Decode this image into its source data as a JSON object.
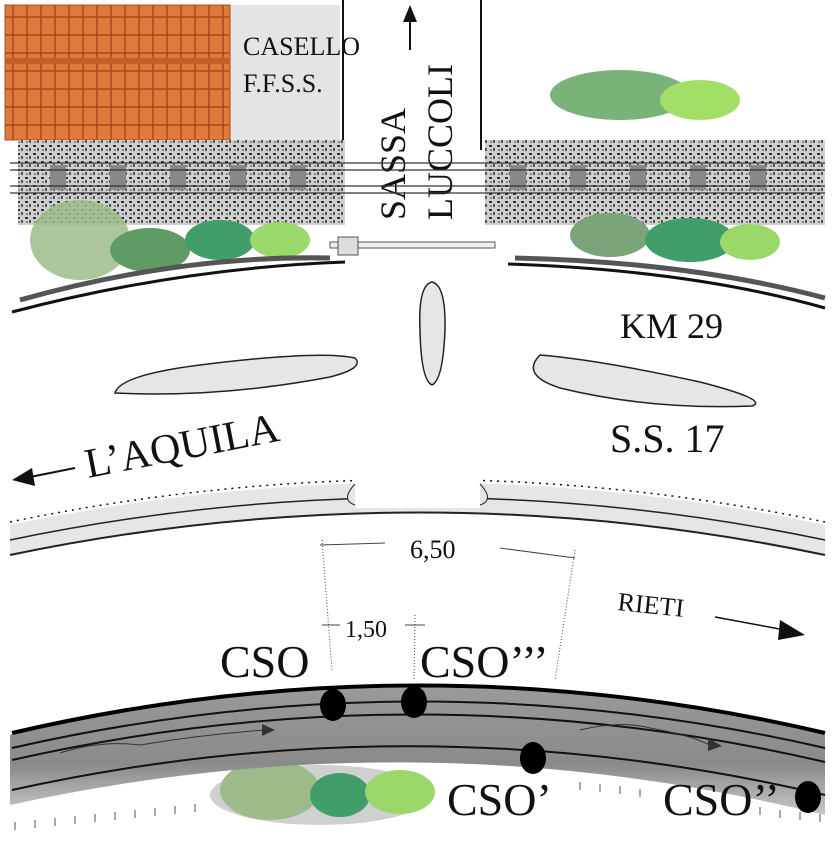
{
  "labels": {
    "casello": "CASELLO",
    "ffss": "F.F.S.S.",
    "sassa": "SASSA",
    "luccoli": "LUCCOLI",
    "km": "KM 29",
    "ss": "S.S. 17",
    "aquila": "L’AQUILA",
    "rieti": "RIETI",
    "dim_total": "6,50",
    "dim_partial": "1,50",
    "cso": "CSO",
    "cso3": "CSO’’’",
    "cso1": "CSO’",
    "cso2": "CSO’’"
  },
  "colors": {
    "roof": "#e07a3c",
    "road": "#bdbdbd",
    "island": "#e6e6e6",
    "vegetation": "#6fbf5a"
  }
}
